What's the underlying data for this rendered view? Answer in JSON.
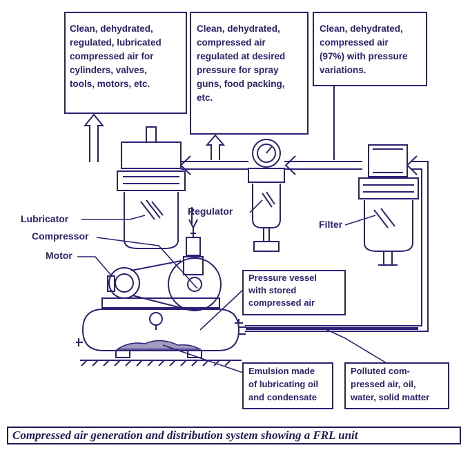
{
  "boxes": {
    "lubricator_output": "Clean, dehydrated,\nregulated, lubricated\ncompressed air for\ncylinders, valves,\ntools, motors, etc.",
    "regulator_output": "Clean, dehydrated,\ncompressed air\nregulated at desired\npressure for spray\nguns, food packing,\netc.",
    "filter_output": "Clean, dehydrated,\ncompressed air\n(97%) with pressure\nvariations.",
    "pressure_vessel": "Pressure vessel\nwith stored\ncompressed air",
    "emulsion": "Emulsion made\nof lubricating oil\nand condensate",
    "polluted_air": "Polluted com-\npressed air, oil,\nwater, solid matter"
  },
  "labels": {
    "lubricator": "Lubricator",
    "compressor": "Compressor",
    "motor": "Motor",
    "regulator": "Regulator",
    "filter": "Filter"
  },
  "caption": "Compressed air generation and distribution system showing a FRL unit",
  "colors": {
    "ink": "#2b2175",
    "border": "#1f1a5c",
    "background": "#ffffff"
  }
}
